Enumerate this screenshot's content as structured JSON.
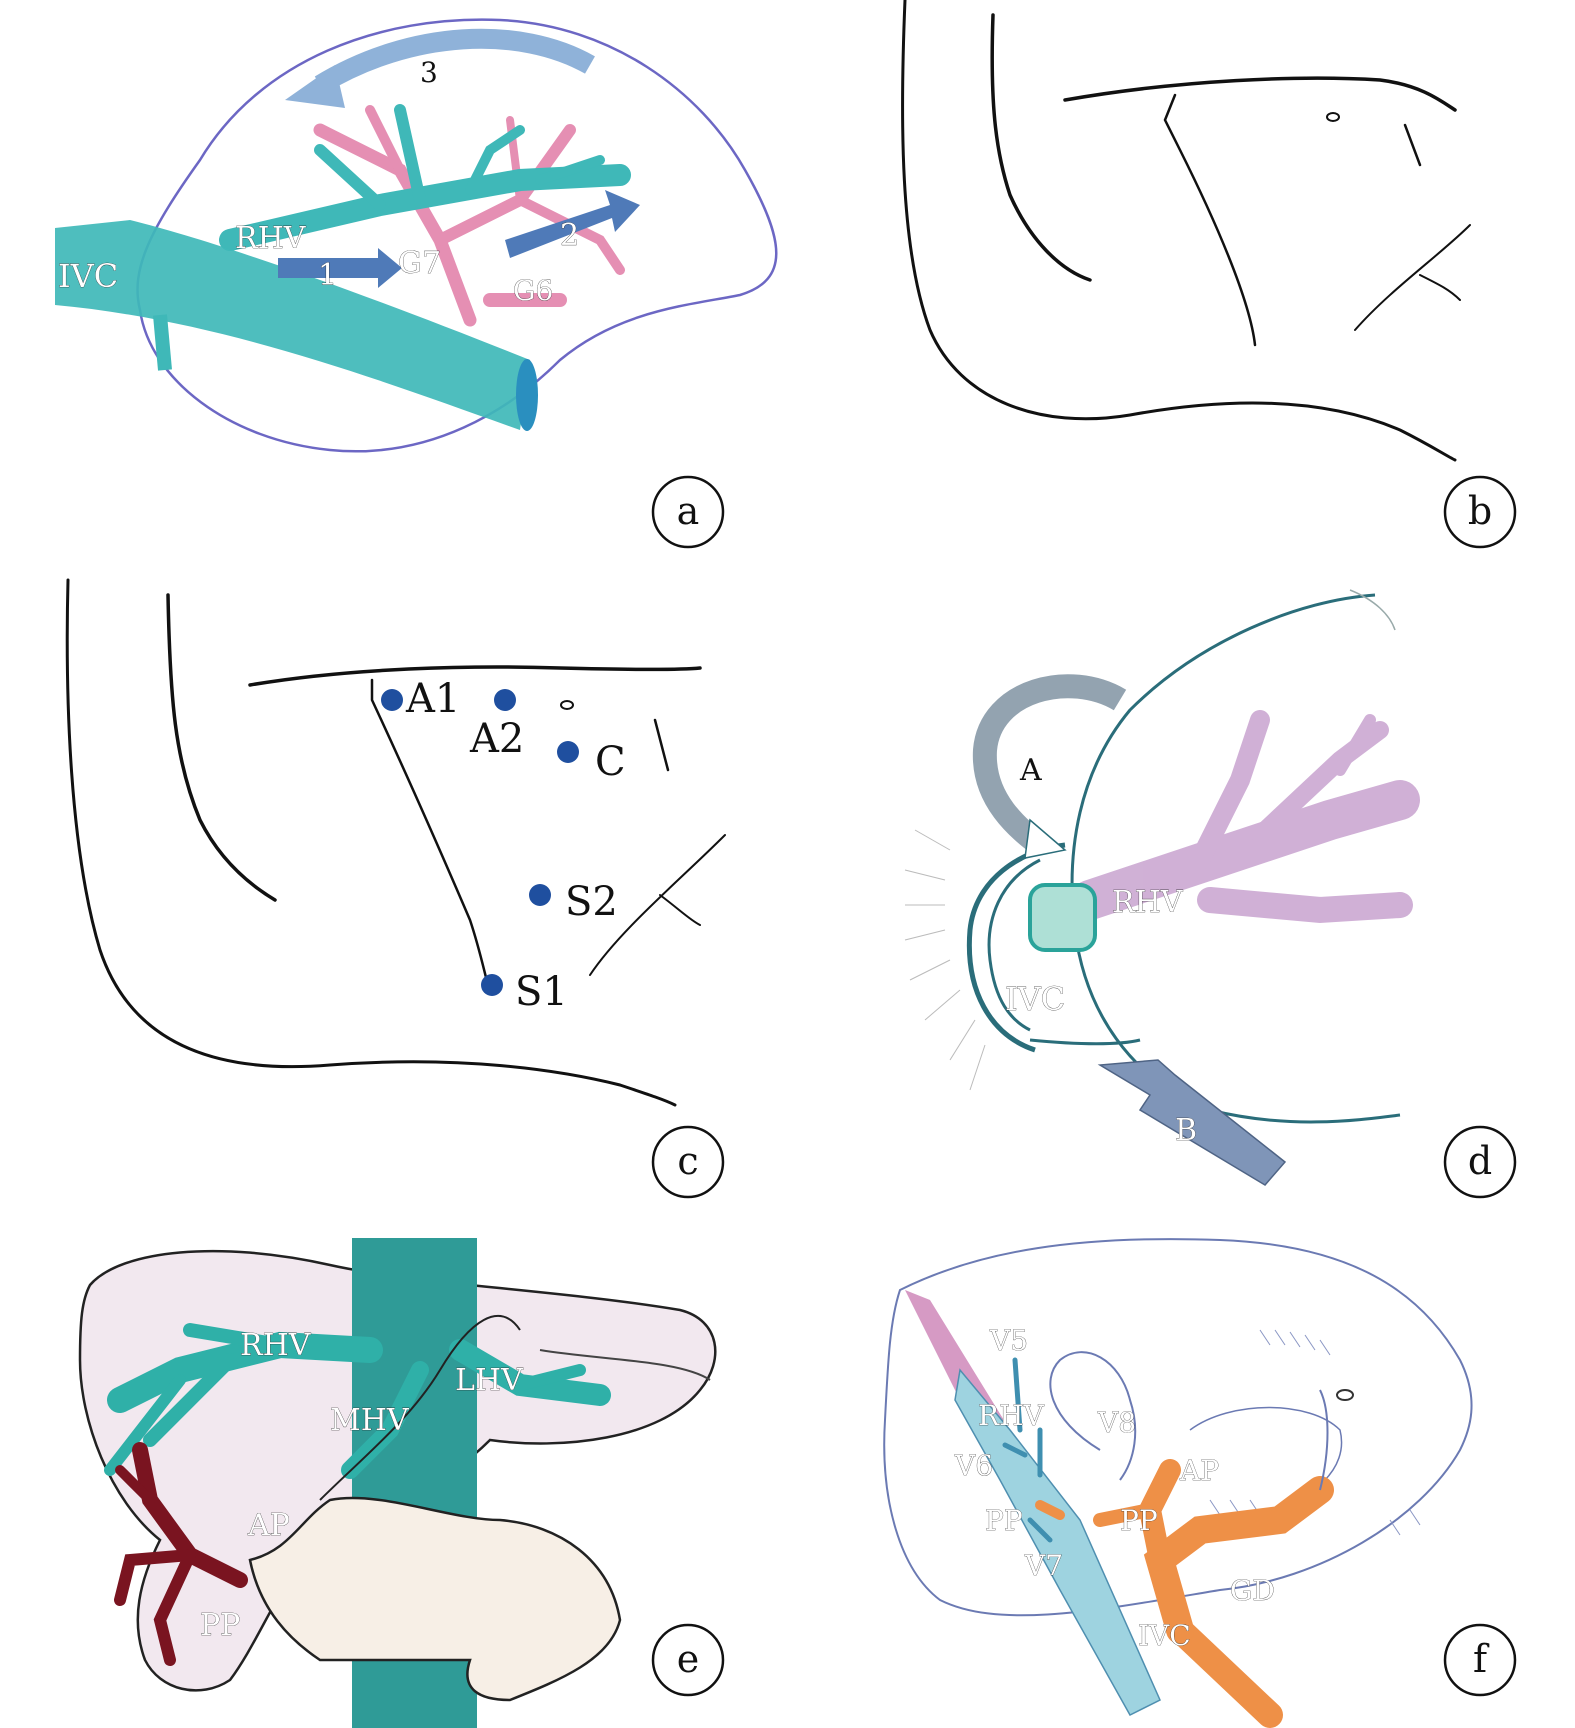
{
  "colors": {
    "ivc_teal": "#3fb8b8",
    "pedicle_pink": "#e58fb3",
    "arrow_blue": "#4f7ab8",
    "arrow_light": "#8fb2d9",
    "point_blue": "#1f4f9f",
    "portal_red": "#7a1420",
    "pedicle_orange": "#ee9047",
    "outline_purple": "#6c67c4"
  },
  "panels": {
    "a": {
      "letter": "a",
      "labels": {
        "ivc": "IVC",
        "rhv": "RHV",
        "g7": "G7",
        "g6": "G6",
        "arrow1": "1",
        "arrow2": "2",
        "arrow3": "3"
      }
    },
    "b": {
      "letter": "b"
    },
    "c": {
      "letter": "c",
      "points": [
        "A1",
        "A2",
        "C",
        "S2",
        "S1"
      ]
    },
    "d": {
      "letter": "d",
      "labels": {
        "a": "A",
        "b": "B",
        "rhv": "RHV",
        "ivc": "IVC"
      }
    },
    "e": {
      "letter": "e",
      "labels": {
        "rhv": "RHV",
        "mhv": "MHV",
        "lhv": "LHV",
        "ap": "AP",
        "pp": "PP"
      }
    },
    "f": {
      "letter": "f",
      "labels": {
        "v5": "V5",
        "rhv": "RHV",
        "v8": "V8",
        "v6": "V6",
        "ap": "AP",
        "pp_left": "PP",
        "pp_right": "PP",
        "v7": "V7",
        "gd": "GD",
        "ivc": "IVC"
      }
    }
  }
}
